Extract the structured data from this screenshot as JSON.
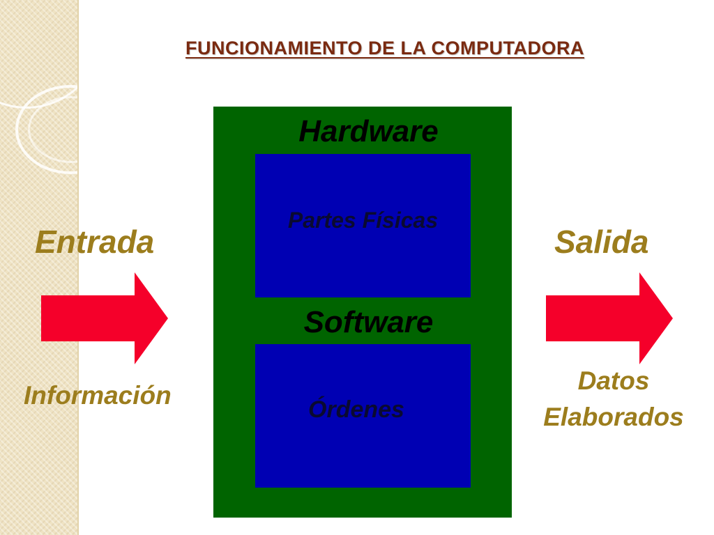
{
  "title": "FUNCIONAMIENTO DE LA COMPUTADORA",
  "diagram": {
    "hardware": {
      "label": "Hardware",
      "content": "Partes Físicas"
    },
    "software": {
      "label": "Software",
      "content": "Órdenes"
    },
    "input": {
      "label": "Entrada",
      "content": "Información"
    },
    "output": {
      "label": "Salida",
      "content_lines": [
        "Datos",
        "Elaborados"
      ]
    }
  },
  "colors": {
    "title": "#7a2a10",
    "container": "#006400",
    "box": "#0000b3",
    "side_labels": "#9c7d1d",
    "arrow": "#f5002a"
  },
  "icons": [
    "arrow-right-icon",
    "arrow-right-icon"
  ]
}
